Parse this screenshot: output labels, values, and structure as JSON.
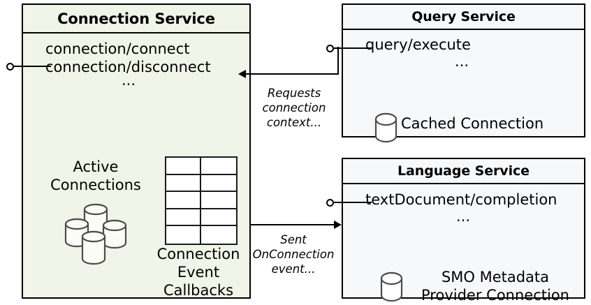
{
  "diagram": {
    "title": "Connection Service architecture",
    "colors": {
      "connection_service_fill": "#f1f4e8",
      "service_fill": "#f7f8fa",
      "stroke": "#000000",
      "cylinder_stroke": "#4d4d4d"
    }
  },
  "components": {
    "connection_service": {
      "name": "Connection Service",
      "interfaces": [
        "connection/connect",
        "connection/disconnect"
      ],
      "ellipsis": "...",
      "artifacts": {
        "active_connections_label": "Active\nConnections",
        "active_connections_icon": "database-stack-icon",
        "callbacks_label": "Connection\nEvent\nCallbacks",
        "callbacks_icon": "table-grid-icon",
        "callbacks_table": {
          "rows": 5,
          "cols": 2
        }
      },
      "socket": "provided-interface-socket"
    },
    "query_service": {
      "name": "Query Service",
      "interfaces": [
        "query/execute"
      ],
      "ellipsis": "...",
      "artifacts": {
        "cached_connection_label": "Cached Connection",
        "cached_connection_icon": "database-cylinder-icon"
      },
      "socket": "provided-interface-socket"
    },
    "language_service": {
      "name": "Language Service",
      "interfaces": [
        "textDocument/completion"
      ],
      "ellipsis": "...",
      "artifacts": {
        "smo_label": "SMO Metadata\nProvider Connection",
        "smo_icon": "database-cylinder-icon"
      },
      "socket": "provided-interface-socket"
    }
  },
  "connectors": [
    {
      "id": "query-to-connection",
      "label": "Requests\nconnection\ncontext...",
      "from": "query_service",
      "to": "connection_service",
      "direction": "left"
    },
    {
      "id": "connection-to-language",
      "label": "Sent\nOnConnection\nevent...",
      "from": "connection_service",
      "to": "language_service",
      "direction": "right"
    }
  ]
}
